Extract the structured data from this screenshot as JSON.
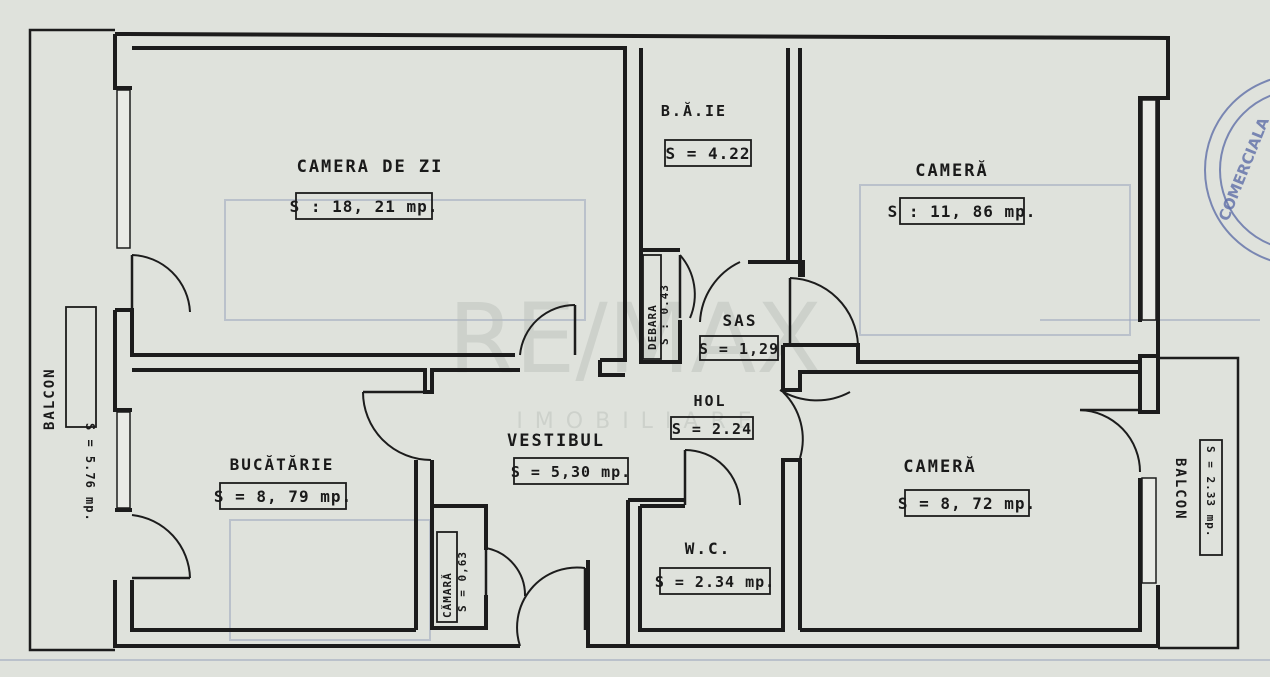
{
  "rooms": {
    "living": {
      "name": "CAMERA DE ZI",
      "area": "S : 18, 21 mp."
    },
    "bath": {
      "name": "B.Ă.IE",
      "area": "S = 4.22"
    },
    "room1": {
      "name": "CAMERĂ",
      "area": "S : 11, 86 mp."
    },
    "closet": {
      "name": "DEBARA",
      "area": "S : 0.43"
    },
    "sas": {
      "name": "SAS",
      "area": "S = 1,29"
    },
    "hol": {
      "name": "HOL",
      "area": "S = 2.24"
    },
    "vestibul": {
      "name": "VESTIBUL",
      "area": "S = 5,30 mp."
    },
    "kitchen": {
      "name": "BUCĂTĂRIE",
      "area": "S = 8, 79 mp."
    },
    "room2": {
      "name": "CAMERĂ",
      "area": "S = 8, 72 mp."
    },
    "pantry": {
      "name": "CĂMARĂ",
      "area": "S = 0,63"
    },
    "wc": {
      "name": "W.C.",
      "area": "S = 2.34 mp."
    },
    "balcony_left": {
      "name": "BALCON",
      "area": "S = 5.76 mp."
    },
    "balcony_right": {
      "name": "BALCON",
      "area": "S = 2.33 mp."
    }
  },
  "stamp": {
    "text": "COMERCIALA"
  },
  "watermark": {
    "line1": "RE/MAX",
    "line2": "IMOBILIARE"
  },
  "colors": {
    "paper": "#dfe2dc",
    "ink": "#1c1c1c",
    "stamp": "#5f6fa8"
  }
}
